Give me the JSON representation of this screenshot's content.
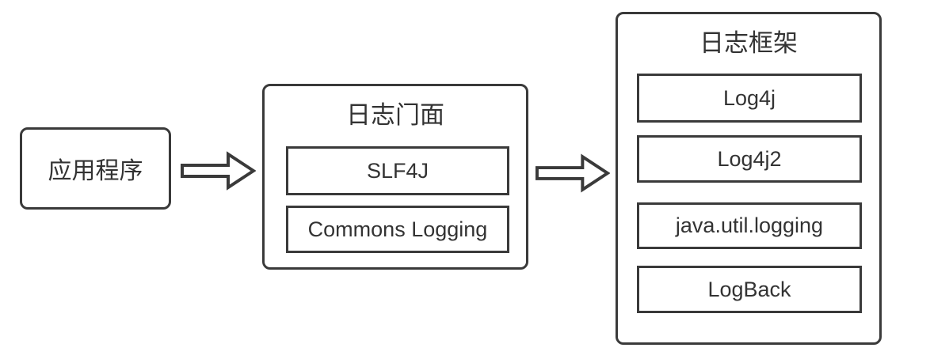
{
  "diagram": {
    "app_box": {
      "label": "应用程序"
    },
    "facade_box": {
      "title": "日志门面",
      "items": [
        "SLF4J",
        "Commons Logging"
      ]
    },
    "framework_box": {
      "title": "日志框架",
      "items": [
        "Log4j",
        "Log4j2",
        "java.util.logging",
        "LogBack"
      ]
    },
    "colors": {
      "border": "#3a3a3a",
      "text": "#333333",
      "background": "#ffffff"
    }
  }
}
